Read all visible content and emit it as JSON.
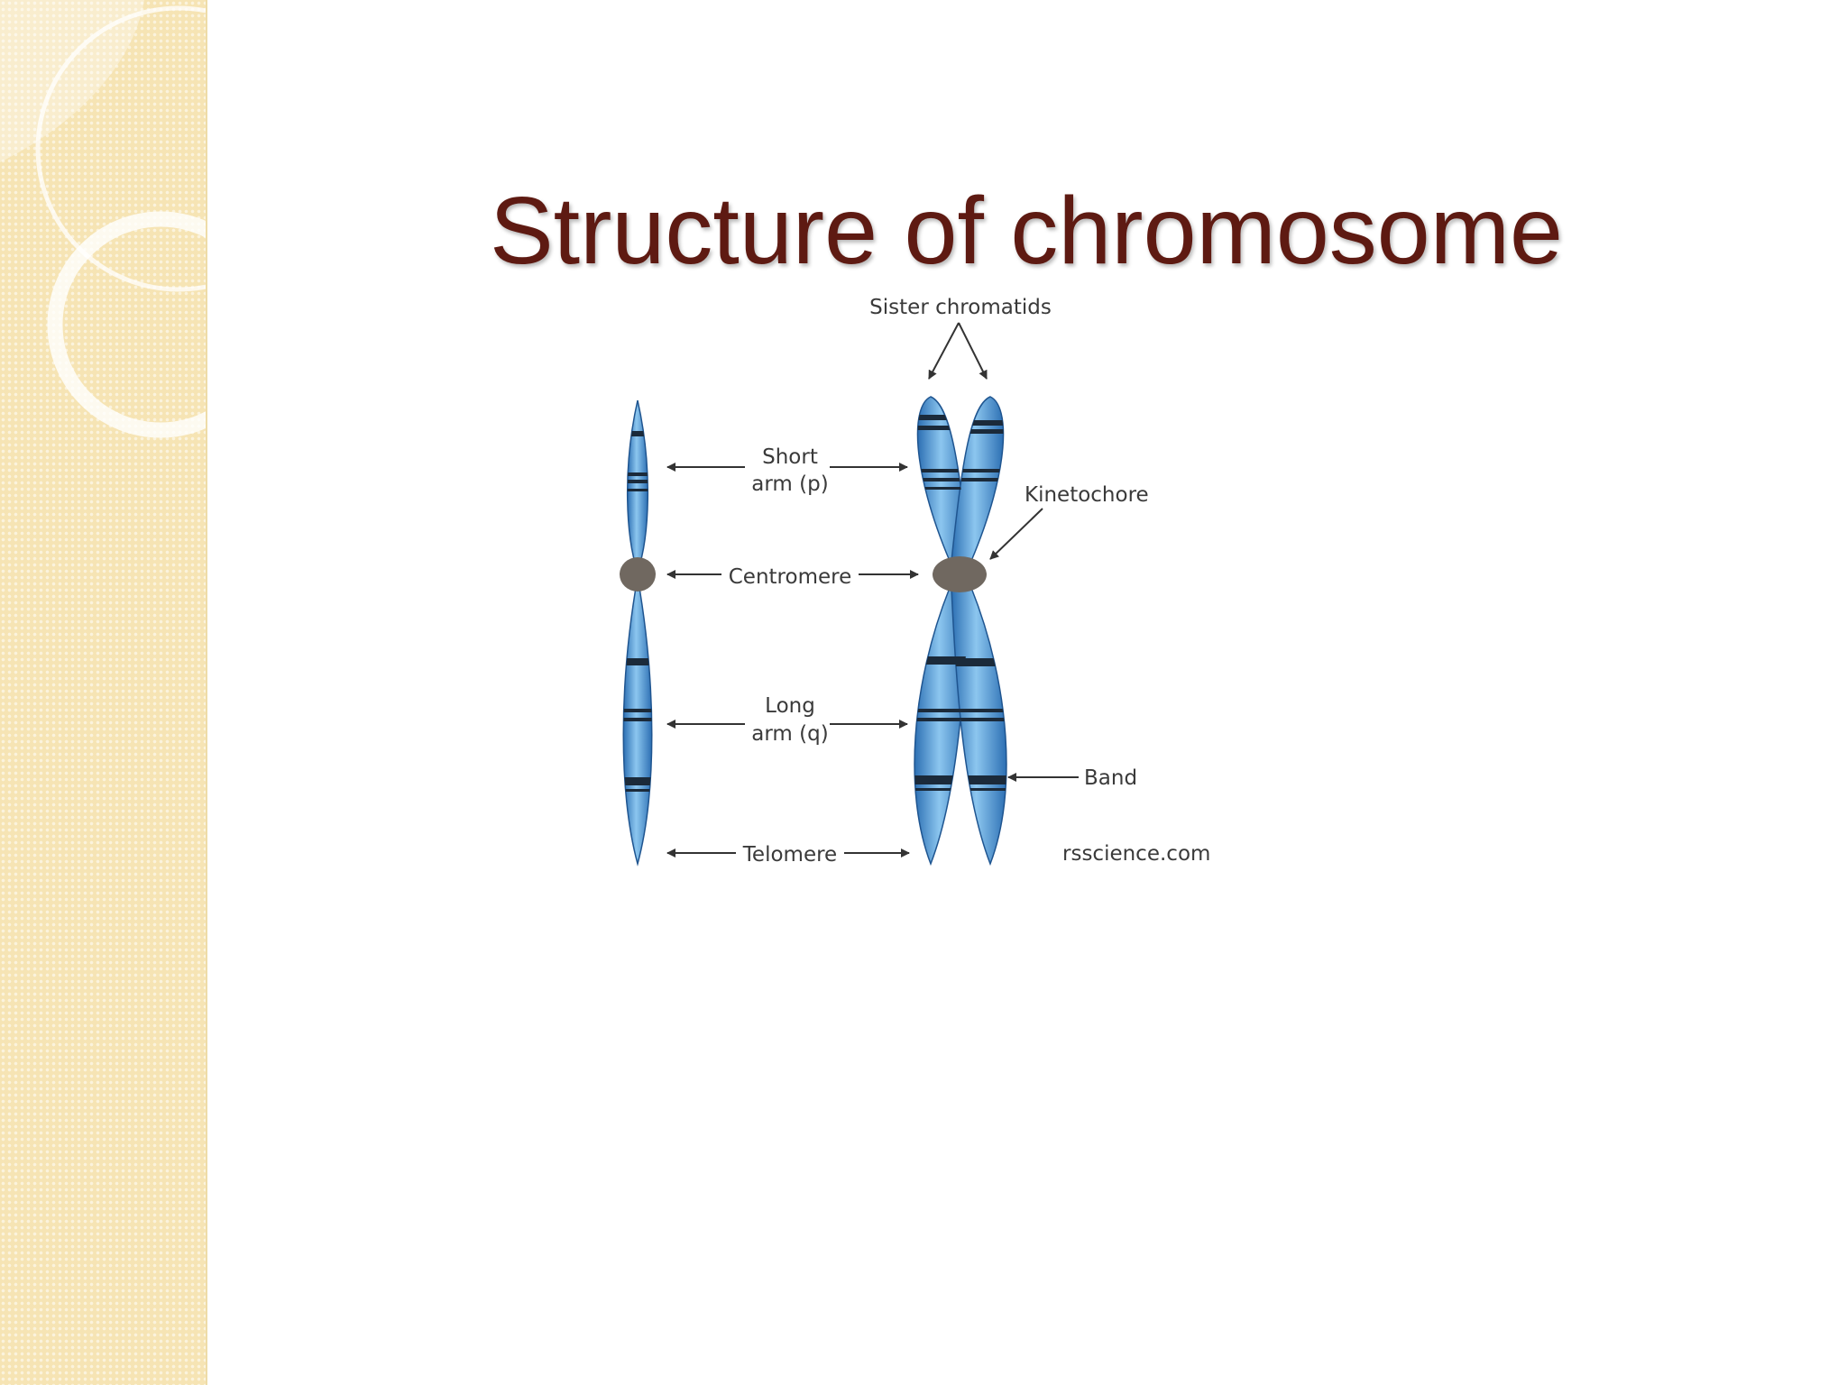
{
  "slide": {
    "title": "Structure of chromosome"
  },
  "diagram": {
    "labels": {
      "sister_chromatids": "Sister chromatids",
      "short_arm_line1": "Short",
      "short_arm_line2": "arm (p)",
      "kinetochore": "Kinetochore",
      "centromere": "Centromere",
      "long_arm_line1": "Long",
      "long_arm_line2": "arm (q)",
      "band": "Band",
      "telomere": "Telomere",
      "source": "rsscience.com"
    },
    "colors": {
      "chromatid_dark": "#2c6fb3",
      "chromatid_light": "#8cc6ef",
      "band": "#1b2a3a",
      "centromere": "#706860",
      "arrow": "#333333",
      "title": "#5e1a12",
      "sidebar": "#f6e4b4"
    }
  }
}
